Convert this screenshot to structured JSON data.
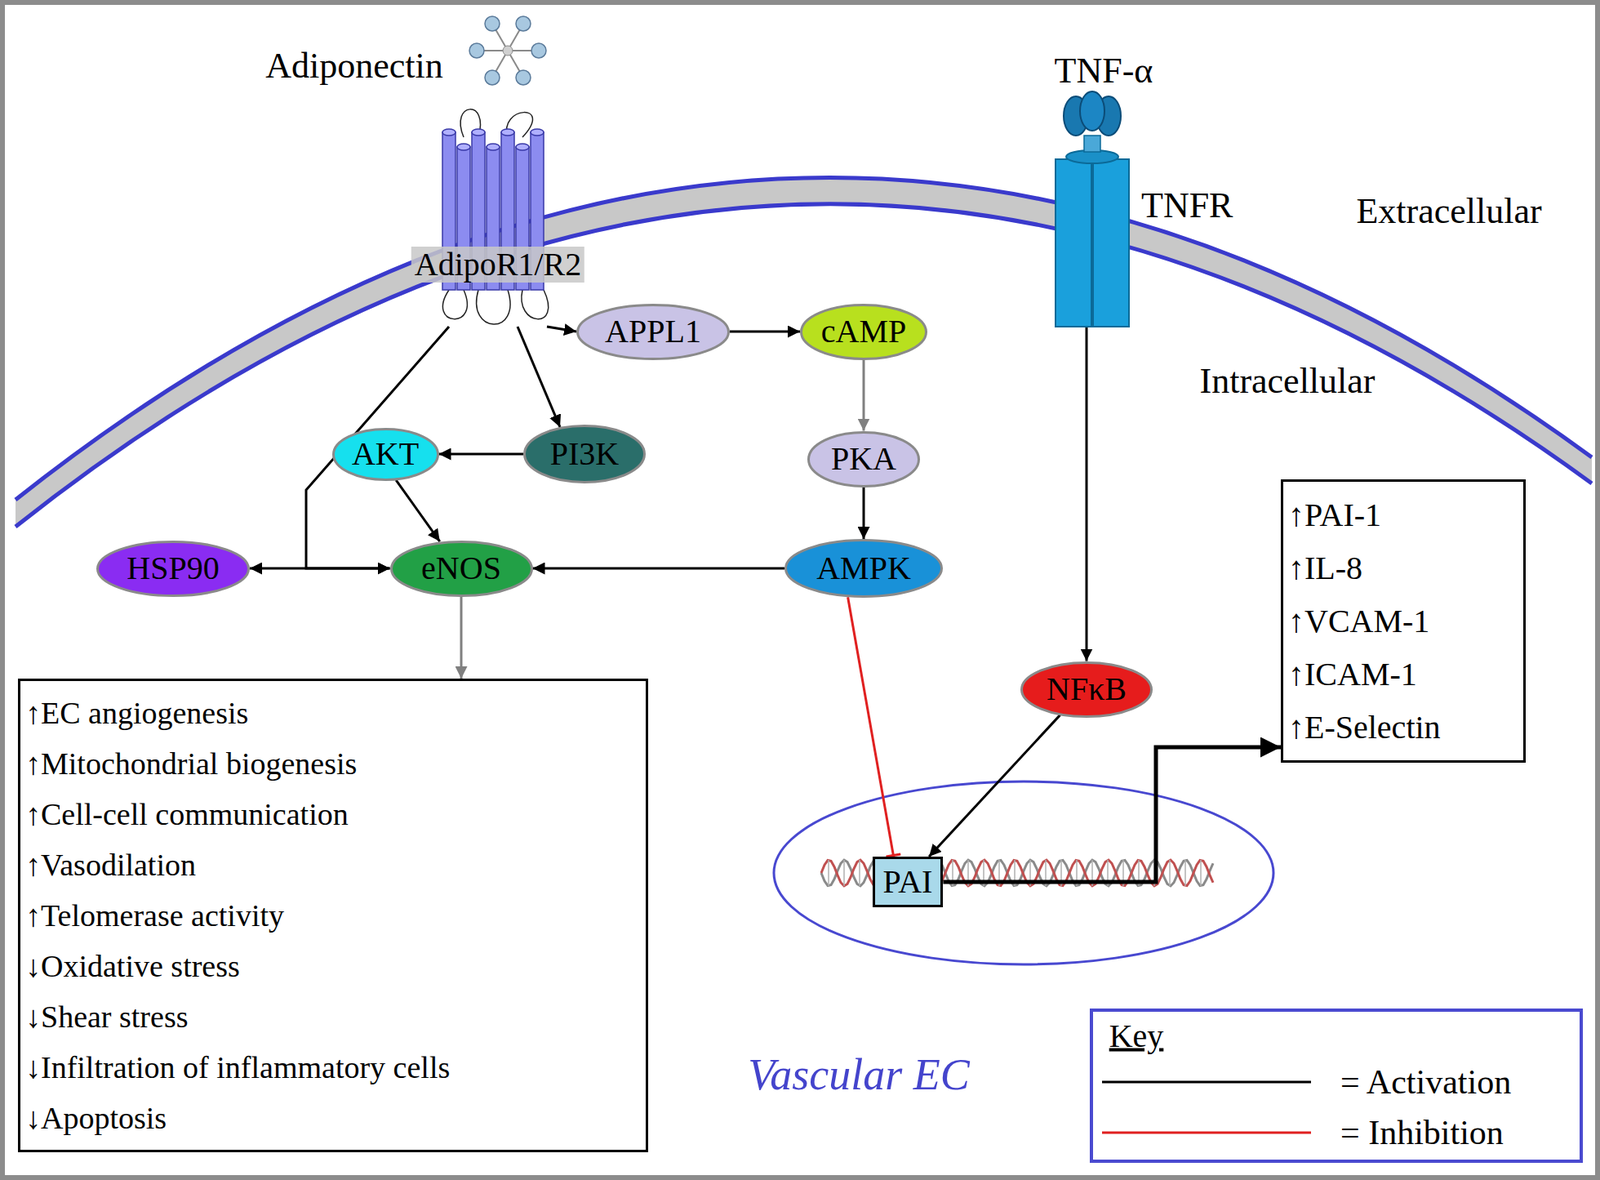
{
  "diagram": {
    "nodes": [
      {
        "text": [
          "AdipoR1/R2"
        ]
      },
      {
        "text": [
          "TNFR"
        ]
      },
      {
        "text": [
          "APPL1"
        ]
      },
      {
        "text": [
          "cAMP"
        ]
      },
      {
        "text": [
          "AKT"
        ]
      },
      {
        "text": [
          "PI3K"
        ]
      },
      {
        "text": [
          "PKA"
        ]
      },
      {
        "text": [
          "HSP90"
        ]
      },
      {
        "text": [
          "eNOS"
        ]
      },
      {
        "text": [
          "AMPK"
        ]
      },
      {
        "text": [
          "NFκB"
        ]
      },
      {
        "text": [
          "↑EC angiogenesis",
          "↑Mitochondrial biogenesis",
          "↑Cell-cell communication",
          "↑Vasodilation",
          "↑Telomerase activity",
          "↓Oxidative stress",
          "↓Shear stress",
          "↓Infiltration of inflammatory cells",
          "↓Apoptosis"
        ]
      },
      {
        "text": [
          "PAI"
        ]
      },
      {
        "text": [
          "↑PAI-1",
          "↑IL-8",
          "↑VCAM-1",
          "↑ICAM-1",
          "↑E-Selectin"
        ]
      }
    ],
    "edges": [
      {
        "from": 0,
        "to": 2,
        "arrow": "to"
      },
      {
        "from": 2,
        "to": 3,
        "arrow": "to"
      },
      {
        "from": 3,
        "to": 6,
        "arrow": "to"
      },
      {
        "from": 6,
        "to": 9,
        "arrow": "to"
      },
      {
        "from": 9,
        "to": 8,
        "arrow": "to"
      },
      {
        "from": 0,
        "to": 5,
        "arrow": "to"
      },
      {
        "from": 5,
        "to": 4,
        "arrow": "to"
      },
      {
        "from": 4,
        "to": 8,
        "arrow": "to"
      },
      {
        "from": 7,
        "to": 8,
        "arrow": "both"
      },
      {
        "from": 0,
        "to": 8,
        "arrow": "to"
      },
      {
        "from": 8,
        "to": 11,
        "arrow": "to"
      },
      {
        "from": 1,
        "to": 10,
        "arrow": "to"
      },
      {
        "from": 10,
        "to": 12,
        "arrow": "to"
      },
      {
        "from": 9,
        "to": 12,
        "arrow": "to"
      },
      {
        "from": 12,
        "to": 13,
        "arrow": "to"
      }
    ],
    "labels": [
      "Adiponectin",
      "TNF-α",
      "Extracellular",
      "Intracellular",
      "Vascular EC",
      "Key"
    ],
    "legend": [
      {
        "text": "= Activation"
      },
      {
        "text": "= Inhibition"
      }
    ]
  }
}
